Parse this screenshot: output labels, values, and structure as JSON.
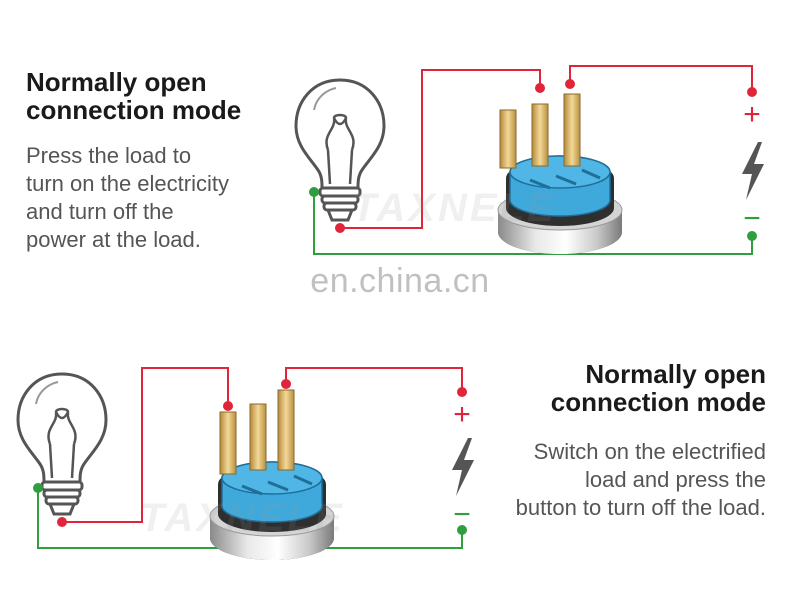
{
  "top_panel": {
    "title_lines": [
      "Normally open",
      "connection mode"
    ],
    "description_lines": [
      "Press the load to",
      "turn on the electricity",
      "and turn off the",
      "power at the load."
    ]
  },
  "bottom_panel": {
    "title_lines": [
      "Normally open",
      "connection mode"
    ],
    "description_lines": [
      "Switch on the electrified",
      "load and press the",
      "button to turn off the load."
    ]
  },
  "watermarks": {
    "brand": "TAXNELE",
    "site": "en.china.cn"
  },
  "power_source": {
    "positive_symbol": "+",
    "negative_symbol": "−"
  },
  "colors": {
    "wire_red": "#e0253a",
    "wire_green": "#2e9e3e",
    "switch_blue": "#3fa9dc",
    "terminal_gold": "#d9b46a",
    "title_text": "#1a1a1a",
    "body_text": "#555555"
  }
}
